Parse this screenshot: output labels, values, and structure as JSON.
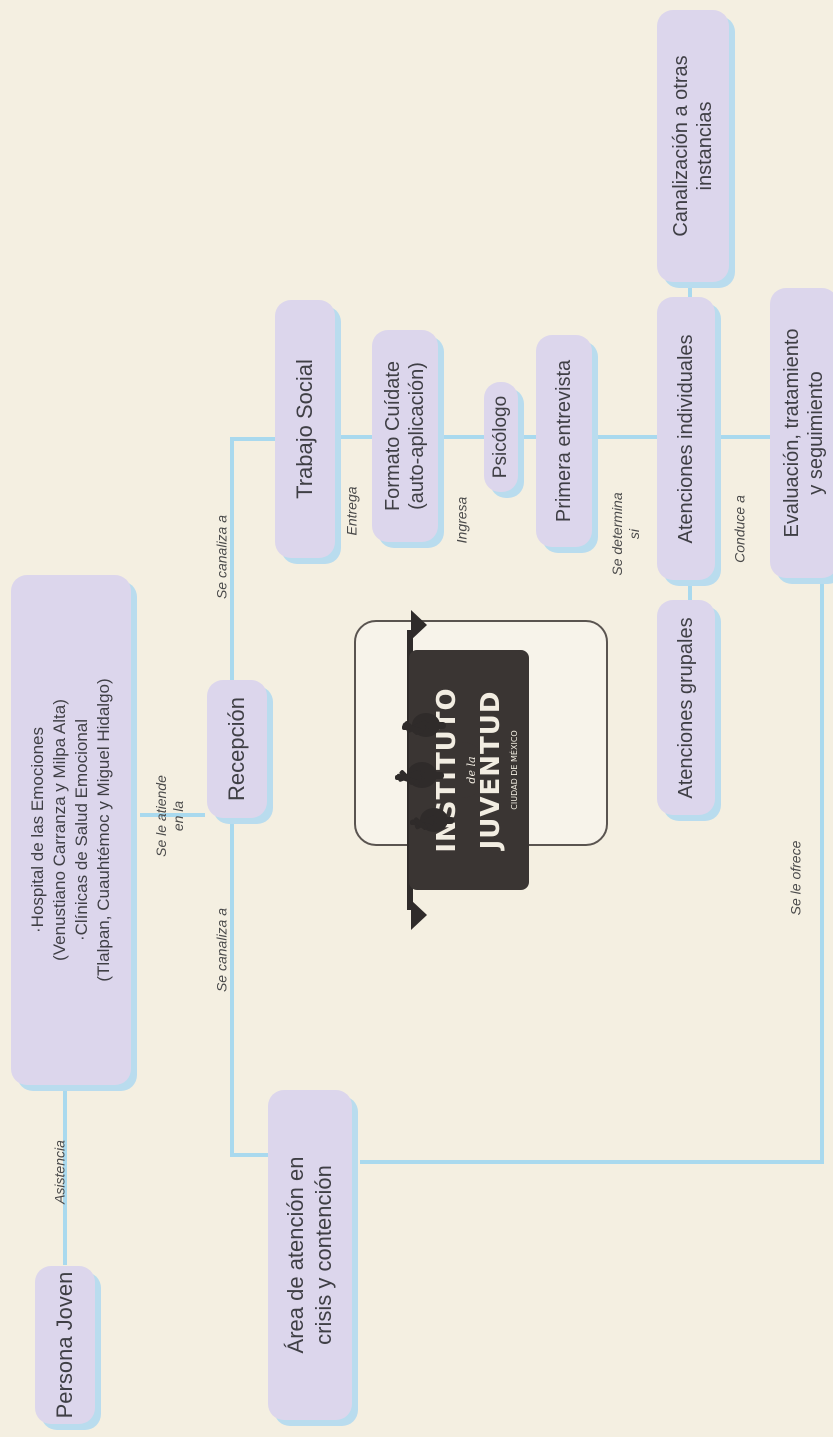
{
  "nodes": {
    "persona": "Persona Joven",
    "hospital": "·Hospital de las Emociones\n(Venustiano Carranza y Milpa Alta)\n·Clínicas de Salud Emocional\n(Tlalpan, Cuauhtémoc y Miguel Hidalgo)",
    "recepcion": "Recepción",
    "area_crisis": "Área de atención en\ncrisis y contención",
    "trabajo_social": "Trabajo Social",
    "formato": "Formato Cuídate\n(auto-aplicación)",
    "psicologo": "Psicólogo",
    "primera": "Primera entrevista",
    "grupales": "Atenciones grupales",
    "individuales": "Atenciones individuales",
    "canalizacion": "Canalización a otras\ninstancias",
    "evaluacion": "Evaluación, tratamiento\ny seguimiento"
  },
  "edge_labels": {
    "asistencia": "Asistencia",
    "se_le_atiende": "Se le atiende\nen la",
    "se_canaliza_a_crisis": "Se canaliza a",
    "se_canaliza_a_ts": "Se canaliza a",
    "entrega": "Entrega",
    "ingresa": "Ingresa",
    "se_determina": "Se determina\nsi",
    "conduce_a": "Conduce a",
    "se_le_ofrece": "Se le ofrece"
  },
  "logo": {
    "line1": "INSTITUTO",
    "line2": "de la",
    "line3": "JUVENTUD",
    "line4": "CIUDAD DE MÉXICO"
  },
  "colors": {
    "connector": "#a9d9ee",
    "box_fill": "#dcd6ec",
    "background": "#f4efe1"
  }
}
